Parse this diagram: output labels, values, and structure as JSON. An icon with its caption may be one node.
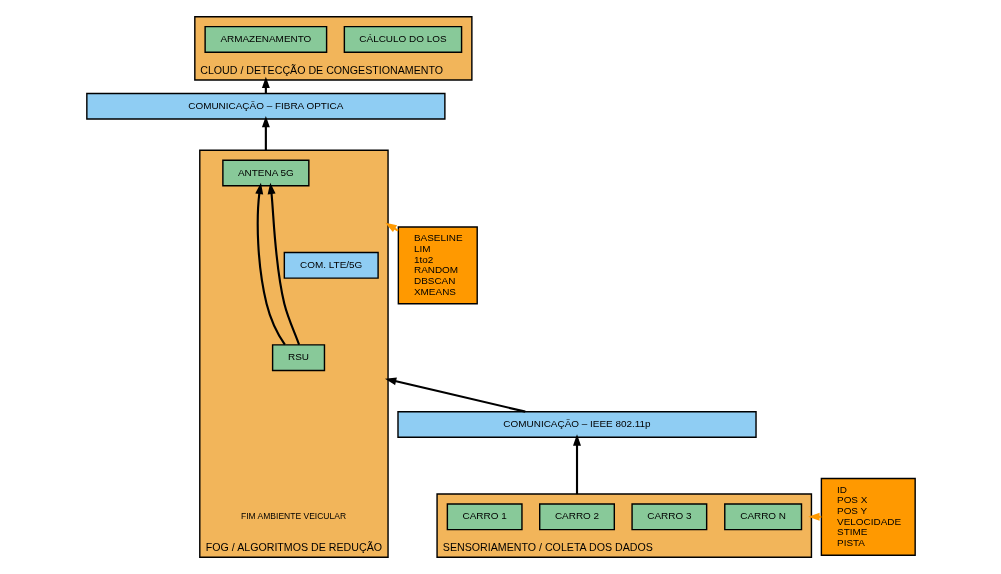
{
  "diagram": {
    "nodes": [
      {
        "text": [
          "CLOUD / DETECÇÃO DE CONGESTIONAMENTO"
        ]
      },
      {
        "text": [
          "ARMAZENAMENTO"
        ],
        "in": 0
      },
      {
        "text": [
          "CÁLCULO DO LOS"
        ],
        "in": 0
      },
      {
        "text": [
          "COMUNICAÇÃO – FIBRA OPTICA"
        ]
      },
      {
        "text": [
          "FOG / ALGORITMOS DE REDUÇÃO"
        ]
      },
      {
        "text": [
          "ANTENA 5G"
        ],
        "in": 4
      },
      {
        "text": [
          "COM. LTE/5G"
        ],
        "in": 4
      },
      {
        "text": [
          "RSU"
        ],
        "in": 4
      },
      {
        "text": [
          "BASELINE",
          "LIM",
          "1to2",
          "RANDOM",
          "DBSCAN",
          "XMEANS"
        ]
      },
      {
        "text": [
          "COMUNICAÇÃO – IEEE 802.11p"
        ]
      },
      {
        "text": [
          "SENSORIAMENTO / COLETA DOS DADOS"
        ]
      },
      {
        "text": [
          "CARRO 1"
        ],
        "in": 10
      },
      {
        "text": [
          "CARRO 2"
        ],
        "in": 10
      },
      {
        "text": [
          "CARRO 3"
        ],
        "in": 10
      },
      {
        "text": [
          "CARRO N"
        ],
        "in": 10
      },
      {
        "text": [
          "ID",
          "POS X",
          "POS Y",
          "VELOCIDADE",
          "STIME",
          "PISTA"
        ]
      }
    ],
    "edges": [
      {
        "from": 10,
        "to": 9,
        "arrow": "to"
      },
      {
        "from": 9,
        "to": 4,
        "arrow": "to"
      },
      {
        "from": 7,
        "to": 5,
        "arrow": "to"
      },
      {
        "from": 7,
        "to": 5,
        "arrow": "to"
      },
      {
        "from": 4,
        "to": 3,
        "arrow": "to"
      },
      {
        "from": 3,
        "to": 0,
        "arrow": "to"
      },
      {
        "from": 8,
        "to": 4,
        "arrow": "to",
        "color": "#ff9900"
      },
      {
        "from": 15,
        "to": 10,
        "arrow": "to",
        "color": "#ff9900"
      }
    ],
    "labels": [
      "FIM AMBIENTE VEICULAR"
    ]
  }
}
